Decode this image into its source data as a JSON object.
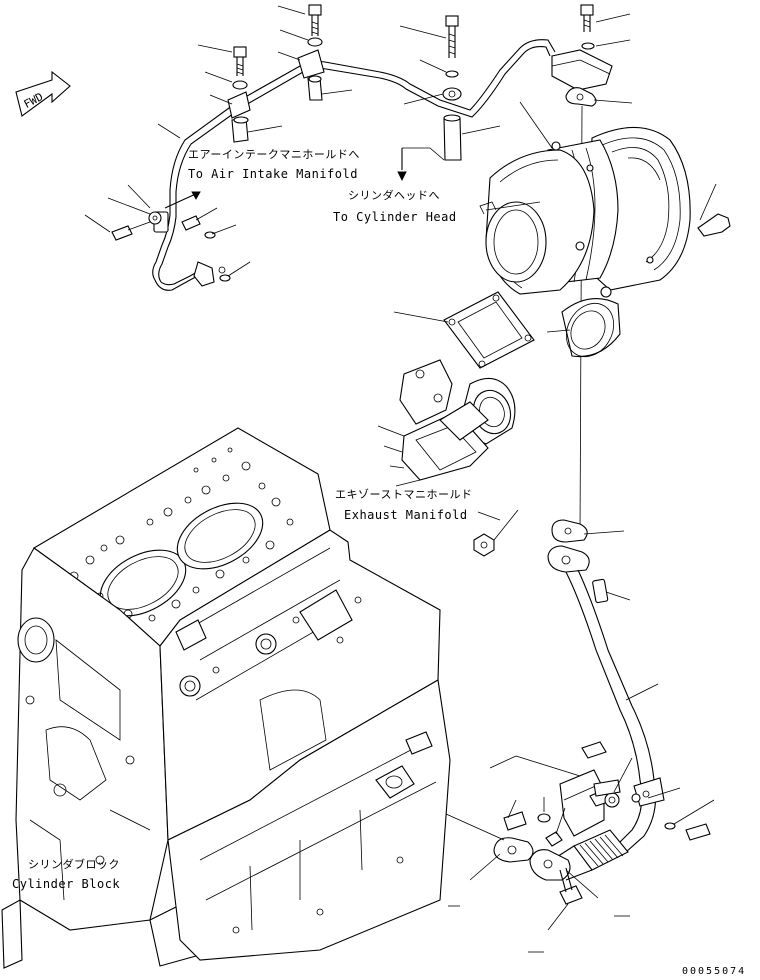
{
  "labels": {
    "air_intake_jp": "エアーインテークマニホールドへ",
    "air_intake_en": "To Air Intake Manifold",
    "cyl_head_jp": "シリンダヘッドへ",
    "cyl_head_en": "To Cylinder Head",
    "exhaust_jp": "エキゾーストマニホールド",
    "exhaust_en": "Exhaust Manifold",
    "block_jp": "シリンダブロック",
    "block_en": "Cylinder Block"
  },
  "fwd_label": "FWD",
  "reference_number": "00055074",
  "colors": {
    "ink": "#000000",
    "paper": "#ffffff"
  }
}
